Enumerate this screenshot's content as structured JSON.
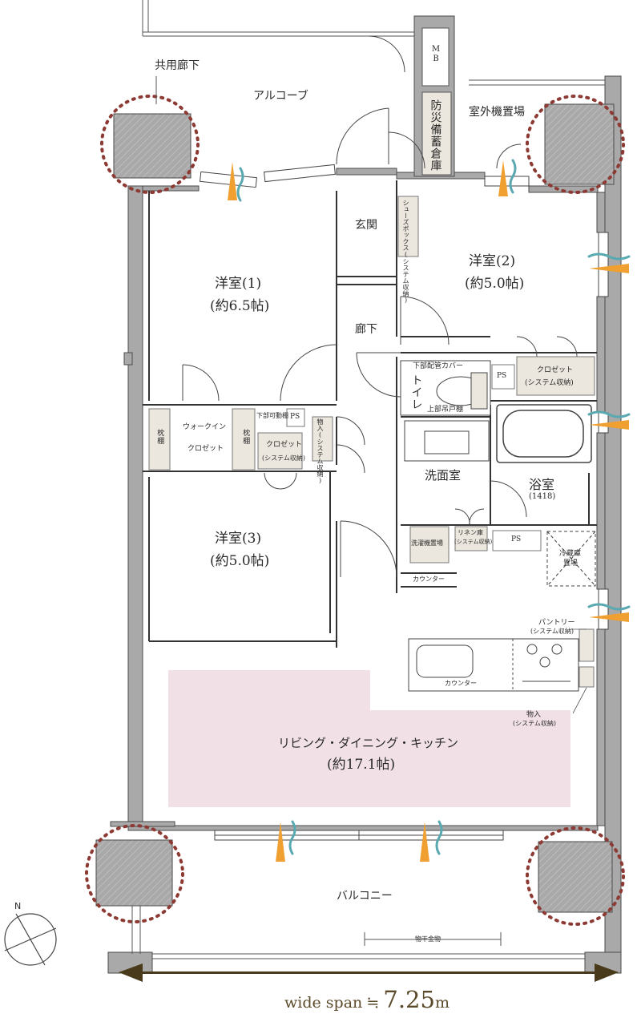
{
  "labels": {
    "common_corridor": "共用廊下",
    "alcove": "アルコーブ",
    "mb": "MB",
    "disaster_storage": "防災備蓄倉庫",
    "outdoor_unit": "室外機置場",
    "entrance": "玄関",
    "shoe_box": "シューズボックス(システム収納)",
    "western_room_2": "洋室(2)",
    "western_room_2_size": "(約5.0帖)",
    "western_room_1": "洋室(1)",
    "western_room_1_size": "(約6.5帖)",
    "hallway": "廊下",
    "lower_pipe_cover": "下部配管カバー",
    "toilet": "トイレ",
    "upper_shelf": "上部吊戸棚",
    "ps1": "PS",
    "closet_a": "クロゼット",
    "closet_a_sub": "(システム収納)",
    "pillow_shelf_left": "枕棚",
    "walkin": "ウォークイン",
    "walkin_closet": "クロゼット",
    "pillow_shelf_right": "枕棚",
    "lower_movable_shelf": "下部可動棚",
    "ps2": "PS",
    "storage_b": "物入(システム収納)",
    "closet_b": "クロゼット",
    "closet_b_sub": "(システム収納)",
    "washroom": "洗面室",
    "bathroom": "浴室",
    "bathroom_size": "(1418)",
    "western_room_3": "洋室(3)",
    "western_room_3_size": "(約5.0帖)",
    "washer": "洗濯機置場",
    "linen": "リネン庫",
    "linen_sub": "(システム収納)",
    "ps3": "PS",
    "fridge": "冷蔵庫",
    "fridge_sub": "置場",
    "counter_small": "カウンター",
    "pantry": "パントリー",
    "pantry_sub": "(システム収納)",
    "counter_kitchen": "カウンター",
    "storage_c": "物入",
    "storage_c_sub": "(システム収納)",
    "ldk": "リビング・ダイニング・キッチン",
    "ldk_size": "(約17.1帖)",
    "balcony": "バルコニー",
    "clothes_rack": "物干金物",
    "north": "N",
    "span_prefix": "wide span",
    "span_approx": "≒",
    "span_value": "7.25",
    "span_unit": "m"
  },
  "colors": {
    "wall": "#a9a9a9",
    "wall_edge": "#4a4a4a",
    "ldk_fill": "#f1e1e6",
    "pillar_dots": "#8c3a33",
    "arrow": "#4a3a1c",
    "wind_orange": "#f0a030",
    "wind_teal": "#5aa8b0"
  }
}
